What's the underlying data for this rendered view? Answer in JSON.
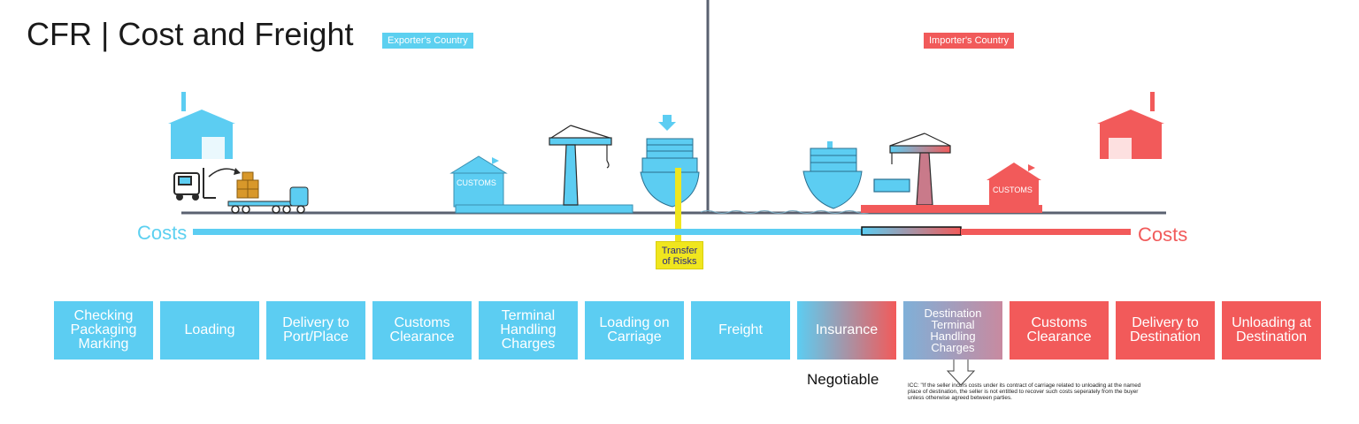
{
  "title": "CFR | Cost and Freight",
  "exporter_label": "Exporter's Country",
  "importer_label": "Importer's Country",
  "customs_left": "CUSTOMS",
  "customs_right": "CUSTOMS",
  "costs_left": "Costs",
  "costs_right": "Costs",
  "transfer_of_risks": "Transfer of Risks",
  "steps": [
    {
      "label": "Checking Packaging Marking",
      "party": "seller"
    },
    {
      "label": "Loading",
      "party": "seller"
    },
    {
      "label": "Delivery to Port/Place",
      "party": "seller"
    },
    {
      "label": "Customs Clearance",
      "party": "seller"
    },
    {
      "label": "Terminal Handling Charges",
      "party": "seller"
    },
    {
      "label": "Loading on Carriage",
      "party": "seller"
    },
    {
      "label": "Freight",
      "party": "seller"
    },
    {
      "label": "Insurance",
      "party": "negotiable"
    },
    {
      "label": "Destination Terminal Handling Charges",
      "party": "shared"
    },
    {
      "label": "Customs Clearance",
      "party": "buyer"
    },
    {
      "label": "Delivery to Destination",
      "party": "buyer"
    },
    {
      "label": "Unloading at Destination",
      "party": "buyer"
    }
  ],
  "negotiable": "Negotiable",
  "icc_note": "ICC: \"If the seller incurs costs under its contract of carriage related to unloading at the named place of destination, the seller is not entitled to recover such costs seperately from the buyer unless otherwise agreed between parties.",
  "colors": {
    "seller": "#5ccdf2",
    "buyer": "#f25a5a",
    "risk": "#f0e61e",
    "line": "#5a6170"
  }
}
